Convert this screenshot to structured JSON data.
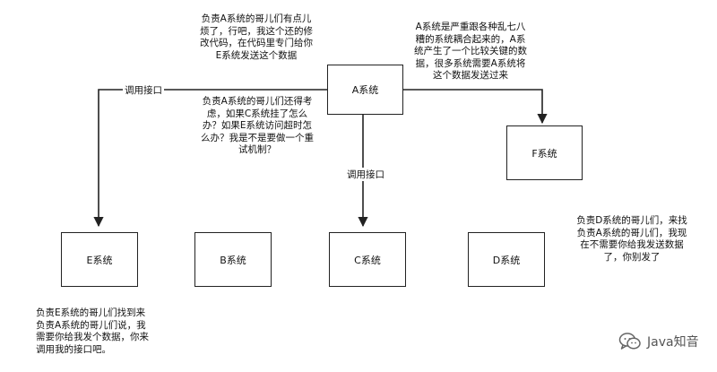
{
  "nodes": {
    "A": "A系统",
    "B": "B系统",
    "C": "C系统",
    "D": "D系统",
    "E": "E系统",
    "F": "F系统"
  },
  "edge_labels": {
    "a_to_e": "调用接口",
    "a_to_c": "调用接口"
  },
  "notes": {
    "top_left": "负责A系统的哥儿们有点儿\n烦了，行吧，我这个还的修\n改代码，在代码里专门给你\nE系统发送这个数据",
    "middle": "负责A系统的哥儿们还得考\n虑，如果C系统挂了怎么\n办？如果E系统访问超时怎\n么办？我是不是要做一个重\n试机制？",
    "top_right": "A系统是严重跟各种乱七八\n糟的系统耦合起来的，A系\n统产生了一个比较关键的数\n据，很多系统需要A系统将\n这个数据发送过来",
    "right": "负责D系统的哥儿们，来找\n负责A系统的哥儿们，我现\n在不需要你给我发送数据\n了，你别发了",
    "bottom_left": "负责E系统的哥儿们找到来\n负责A系统的哥儿们说，我\n需要你给我发个数据，你来\n调用我的接口吧。"
  },
  "watermark": {
    "text": "Java知音",
    "icon": "wechat-icon"
  }
}
